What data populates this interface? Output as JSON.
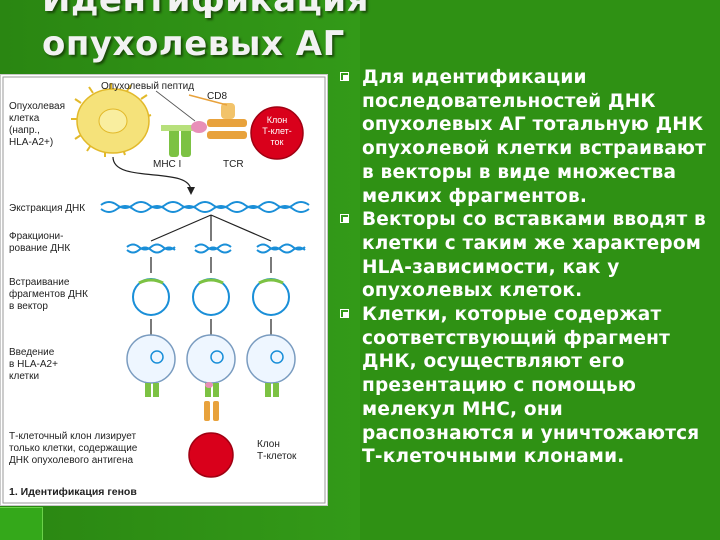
{
  "slide": {
    "title_line1": "Идентификация",
    "title_line2": "опухолевых АГ"
  },
  "figure": {
    "label_peptide": "Опухолевый пептид",
    "label_cd8": "CD8",
    "label_tumor_cell_1": "Опухолевая",
    "label_tumor_cell_2": "клетка",
    "label_tumor_cell_3": "(напр.,",
    "label_tumor_cell_4": "HLA-A2+)",
    "label_clone_1": "Клон",
    "label_clone_2": "Т-клет-",
    "label_clone_3": "ток",
    "label_mhc": "MHC I",
    "label_tcr": "TCR",
    "label_extraction": "Экстракция ДНК",
    "label_fraction_1": "Фракциони-",
    "label_fraction_2": "рование ДНК",
    "label_insert_1": "Встраивание",
    "label_insert_2": "фрагментов ДНК",
    "label_insert_3": "в вектор",
    "label_intro_1": "Введение",
    "label_intro_2": "в HLA-A2+",
    "label_intro_3": "клетки",
    "label_lysis_1": "Т-клеточный клон лизирует",
    "label_lysis_2": "только клетки, содержащие",
    "label_lysis_3": "ДНК опухолевого антигена",
    "label_clone_bottom_1": "Клон",
    "label_clone_bottom_2": "Т-клеток",
    "caption": "1. Идентификация генов",
    "colors": {
      "cell_yellow": "#f5e27a",
      "tcell_red": "#d9001b",
      "dna_blue": "#1a8fd8",
      "mhc_green": "#7cc243",
      "tcr_orange": "#e8a23c",
      "peptide_pink": "#e88fb8"
    }
  },
  "bullets": [
    "Для идентификации последовательностей ДНК опухолевых АГ тотальную ДНК опухолевой клетки встраивают в векторы в виде множества мелких фрагментов.",
    "Векторы со вставками вводят в клетки с таким же характером HLA-зависимости, как у опухолевых клеток.",
    "Клетки, которые содержат соответствующий фрагмент ДНК, осуществляют его презентацию с помощью мелекул MHC, они распознаются и уничтожаются Т-клеточными клонами."
  ]
}
